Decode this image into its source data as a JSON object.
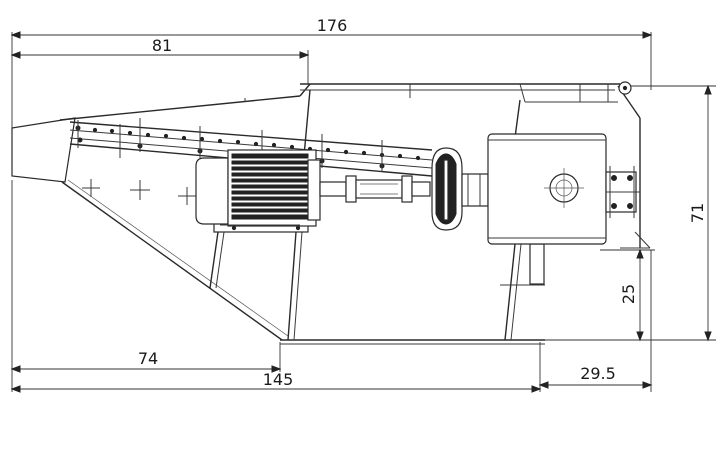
{
  "drawing": {
    "dimensions": {
      "overall_length": "176",
      "hopper_width": "81",
      "front_section": "74",
      "base_length": "145",
      "rear_offset": "29.5",
      "overall_height": "71",
      "base_height": "25"
    }
  }
}
